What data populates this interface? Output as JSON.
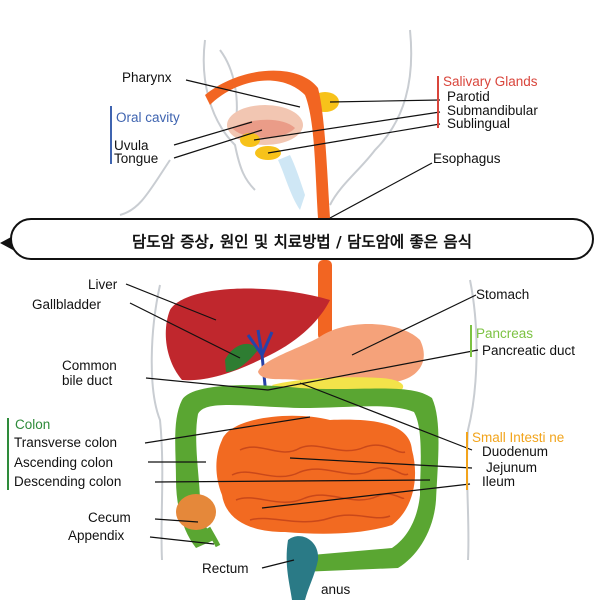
{
  "banner": {
    "title": "담도암 증상, 원인 및 치료방법 / 담도암에 좋은 음식"
  },
  "groups": {
    "salivary": {
      "title": "Salivary Glands",
      "color": "#d9453b",
      "items": [
        "Parotid",
        "Submandibular",
        "Sublingual"
      ]
    },
    "oral": {
      "title": "Oral cavity",
      "color": "#3f64b0",
      "items": [
        "Uvula",
        "Tongue"
      ]
    },
    "pancreas": {
      "title": "Pancreas",
      "color": "#7cc242",
      "items": [
        "Pancreatic duct"
      ]
    },
    "colon": {
      "title": "Colon",
      "color": "#2e8b3a",
      "items": [
        "Transverse colon",
        "Ascending colon",
        "Descending colon"
      ]
    },
    "small": {
      "title": "Small Intesti ne",
      "color": "#f2a41c",
      "items": [
        "Duodenum",
        "Jejunum",
        "Ileum"
      ]
    }
  },
  "labels": {
    "pharynx": "Pharynx",
    "esophagus": "Esophagus",
    "liver": "Liver",
    "gallbladder": "Gallbladder",
    "stomach": "Stomach",
    "common_bile_1": "Common",
    "common_bile_2": "bile duct",
    "cecum": "Cecum",
    "appendix": "Appendix",
    "rectum": "Rectum",
    "anus": "anus"
  },
  "colors": {
    "esophagus": "#f26522",
    "liver": "#c0272d",
    "stomach": "#f5a27a",
    "small_intestine": "#f26a21",
    "colon": "#5aa632",
    "gallbladder": "#2e7d32",
    "bile_duct": "#2742a8",
    "pancreas": "#f3e34a",
    "salivary": "#f7c21a",
    "rectum": "#2a7a86"
  }
}
